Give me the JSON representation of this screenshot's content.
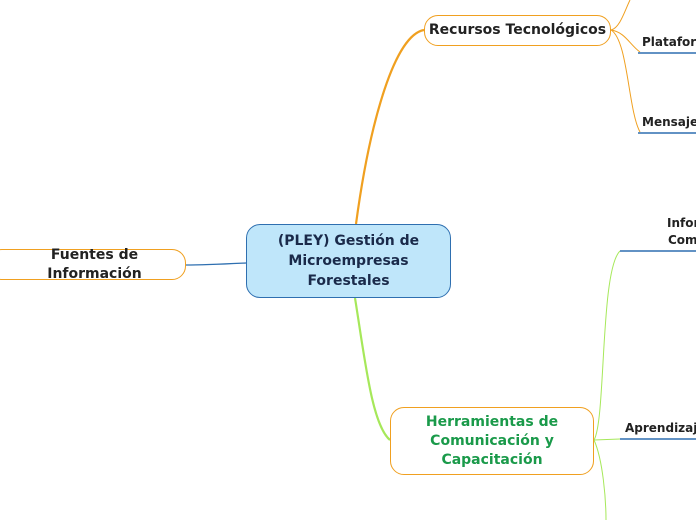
{
  "central": {
    "label": "(PLEY) Gestión de Microempresas Forestales"
  },
  "topics": {
    "recursos": {
      "label": "Recursos Tecnológicos"
    },
    "fuentes": {
      "label": "Fuentes de Información"
    },
    "herramientas": {
      "label": "Herramientas de Comunicación y Capacitación"
    }
  },
  "subtopics": {
    "plataformas": {
      "label": "Plataforn"
    },
    "mensajeria": {
      "label": "Mensajer"
    },
    "informacion": {
      "line1": "Infor",
      "line2": "Com"
    },
    "aprendizaje": {
      "label": "Aprendizaje"
    }
  },
  "colors": {
    "central_fill": "#bfe6fa",
    "central_border": "#2e6fb0",
    "branch_orange": "#f0a020",
    "branch_green": "#a6e85a",
    "branch_blue": "#2e6fb0",
    "herramientas_text": "#1a9a4a"
  }
}
